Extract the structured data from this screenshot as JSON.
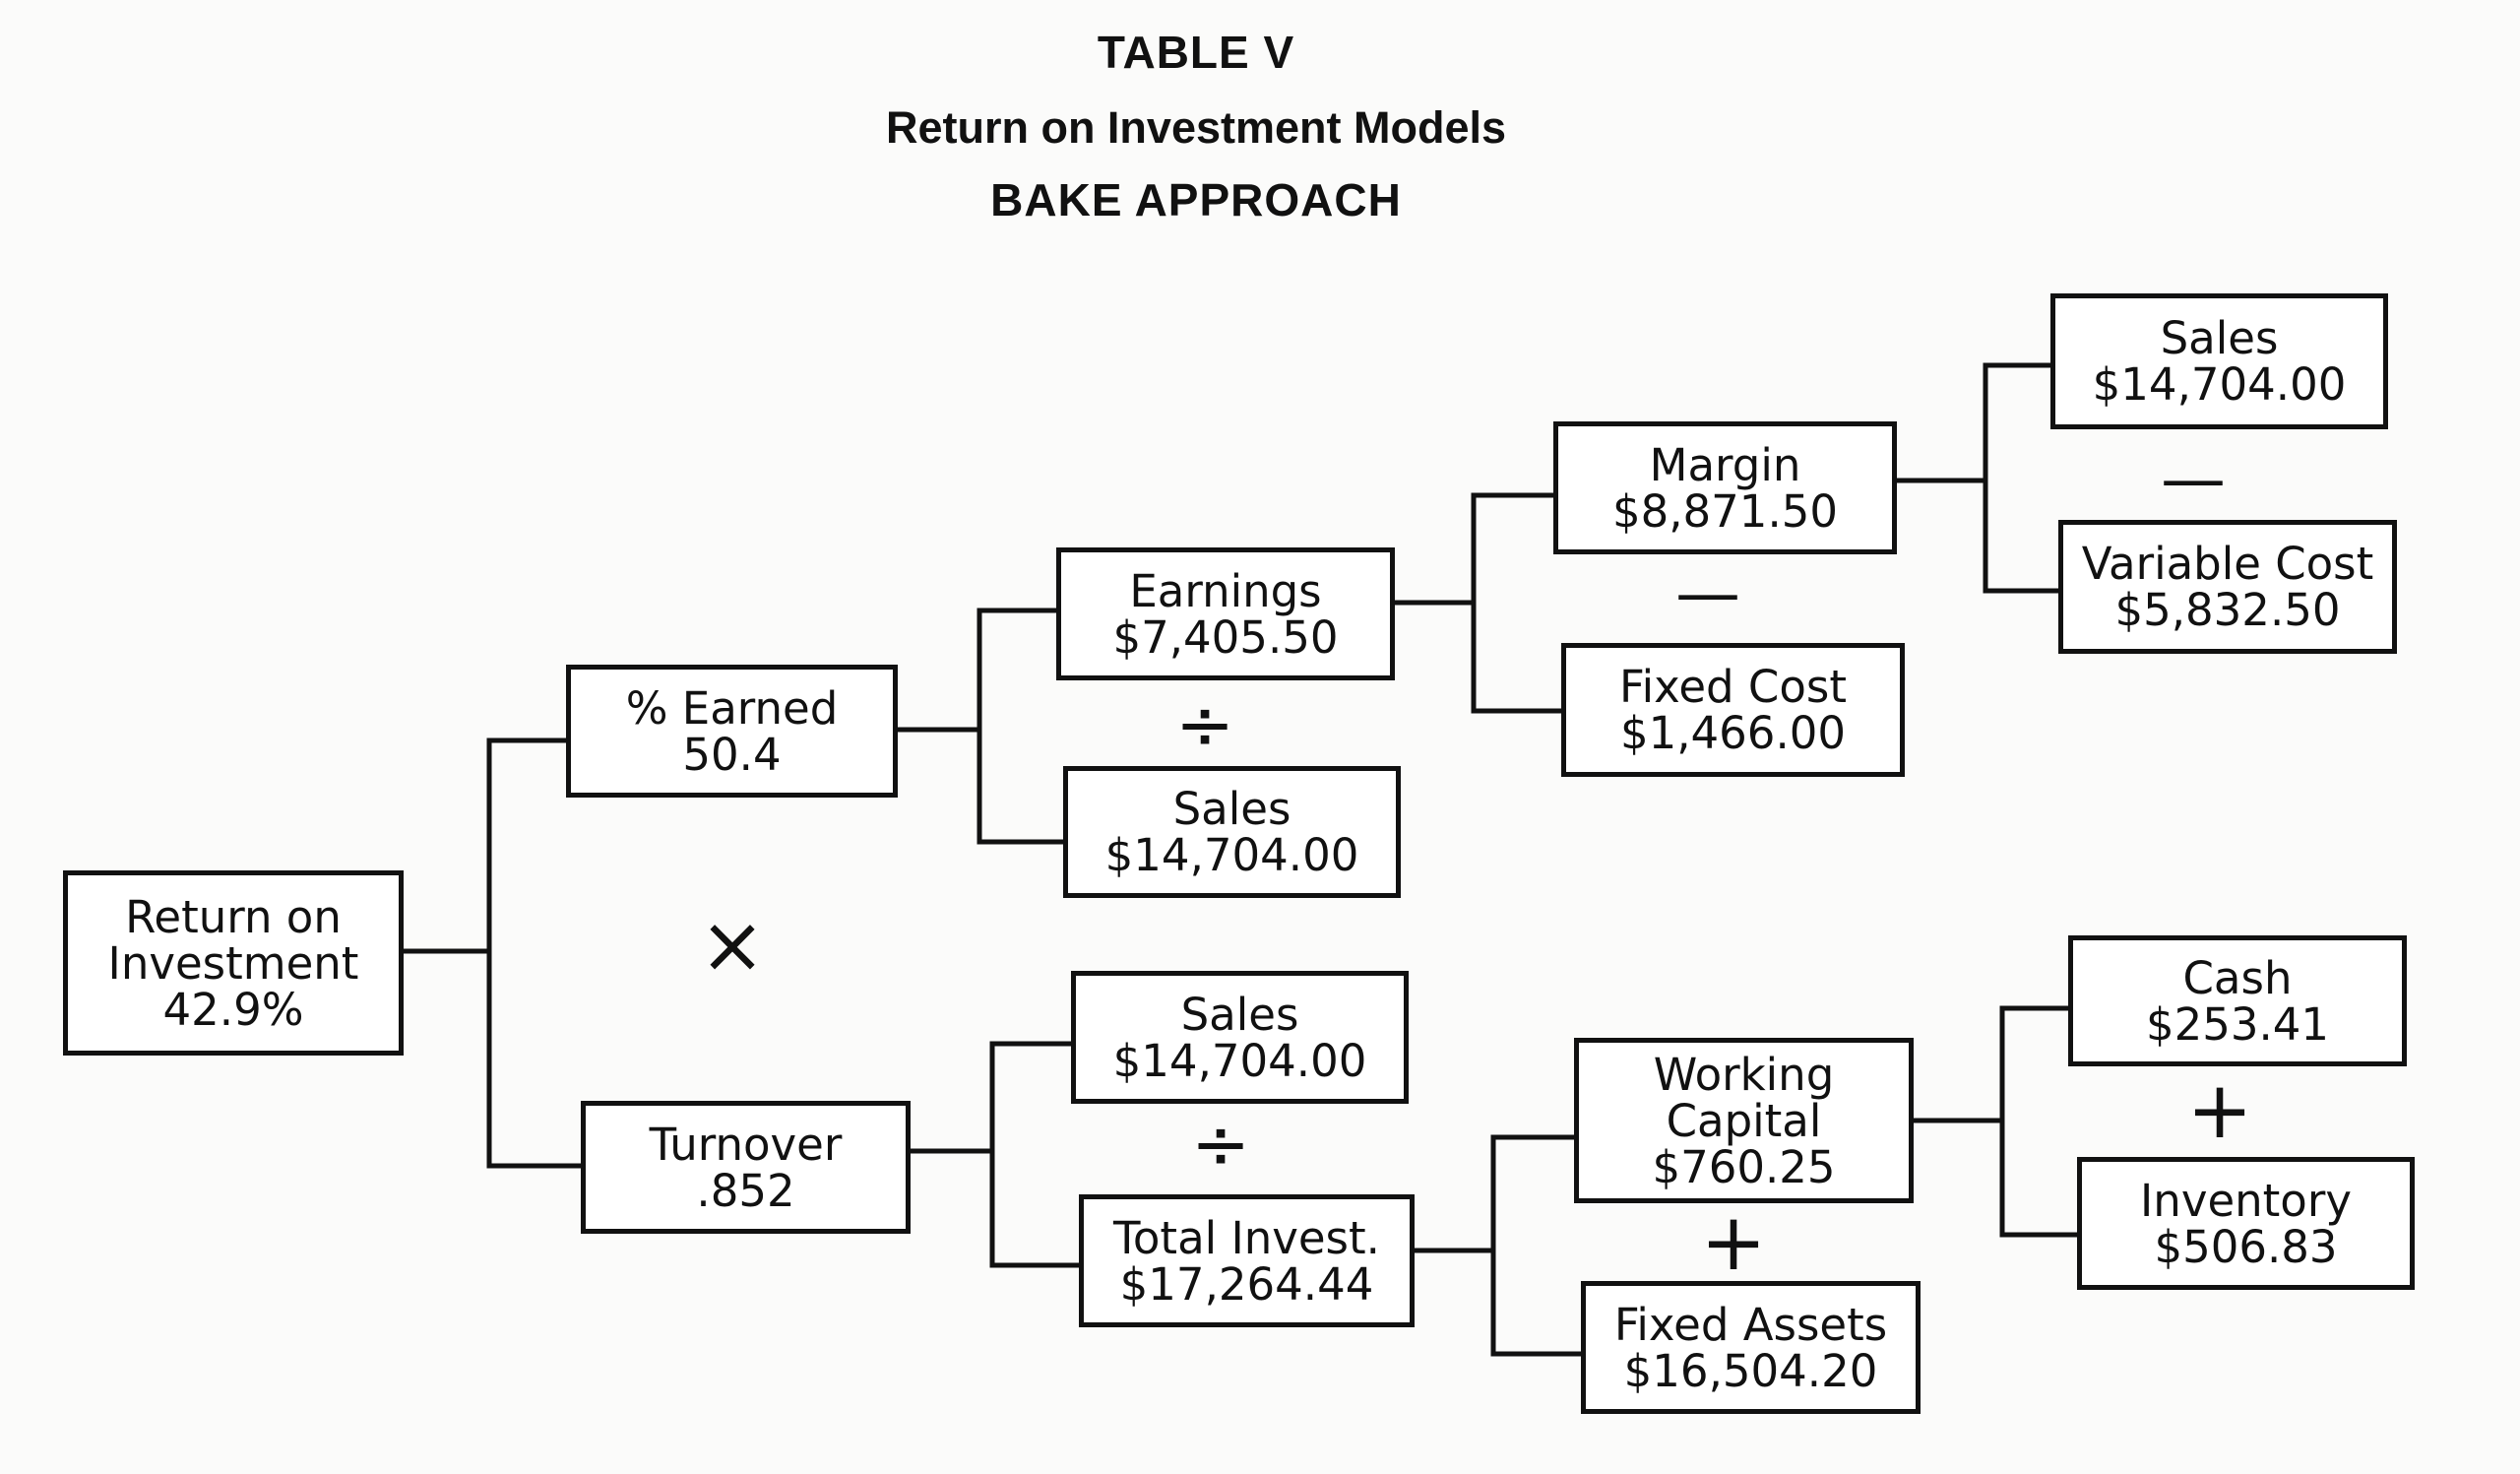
{
  "header": {
    "table_label": "TABLE V",
    "title": "Return on Investment Models",
    "subtitle": "BAKE APPROACH"
  },
  "nodes": {
    "roi": {
      "label_line1": "Return on",
      "label_line2": "Investment",
      "value": "42.9%"
    },
    "pct_earned": {
      "label": "% Earned",
      "value": "50.4"
    },
    "turnover": {
      "label": "Turnover",
      "value": ".852"
    },
    "earnings": {
      "label": "Earnings",
      "value": "$7,405.50"
    },
    "sales_a": {
      "label": "Sales",
      "value": "$14,704.00"
    },
    "sales_b": {
      "label": "Sales",
      "value": "$14,704.00"
    },
    "total_invest": {
      "label": "Total Invest.",
      "value": "$17,264.44"
    },
    "margin": {
      "label": "Margin",
      "value": "$8,871.50"
    },
    "fixed_cost": {
      "label": "Fixed Cost",
      "value": "$1,466.00"
    },
    "working_capital": {
      "label_line1": "Working",
      "label_line2": "Capital",
      "value": "$760.25"
    },
    "fixed_assets": {
      "label": "Fixed Assets",
      "value": "$16,504.20"
    },
    "sales_c": {
      "label": "Sales",
      "value": "$14,704.00"
    },
    "variable_cost": {
      "label": "Variable Cost",
      "value": "$5,832.50"
    },
    "cash": {
      "label": "Cash",
      "value": "$253.41"
    },
    "inventory": {
      "label": "Inventory",
      "value": "$506.83"
    }
  },
  "operators": {
    "multiply": "×",
    "divide": "÷",
    "minus": "—",
    "plus": "+"
  }
}
